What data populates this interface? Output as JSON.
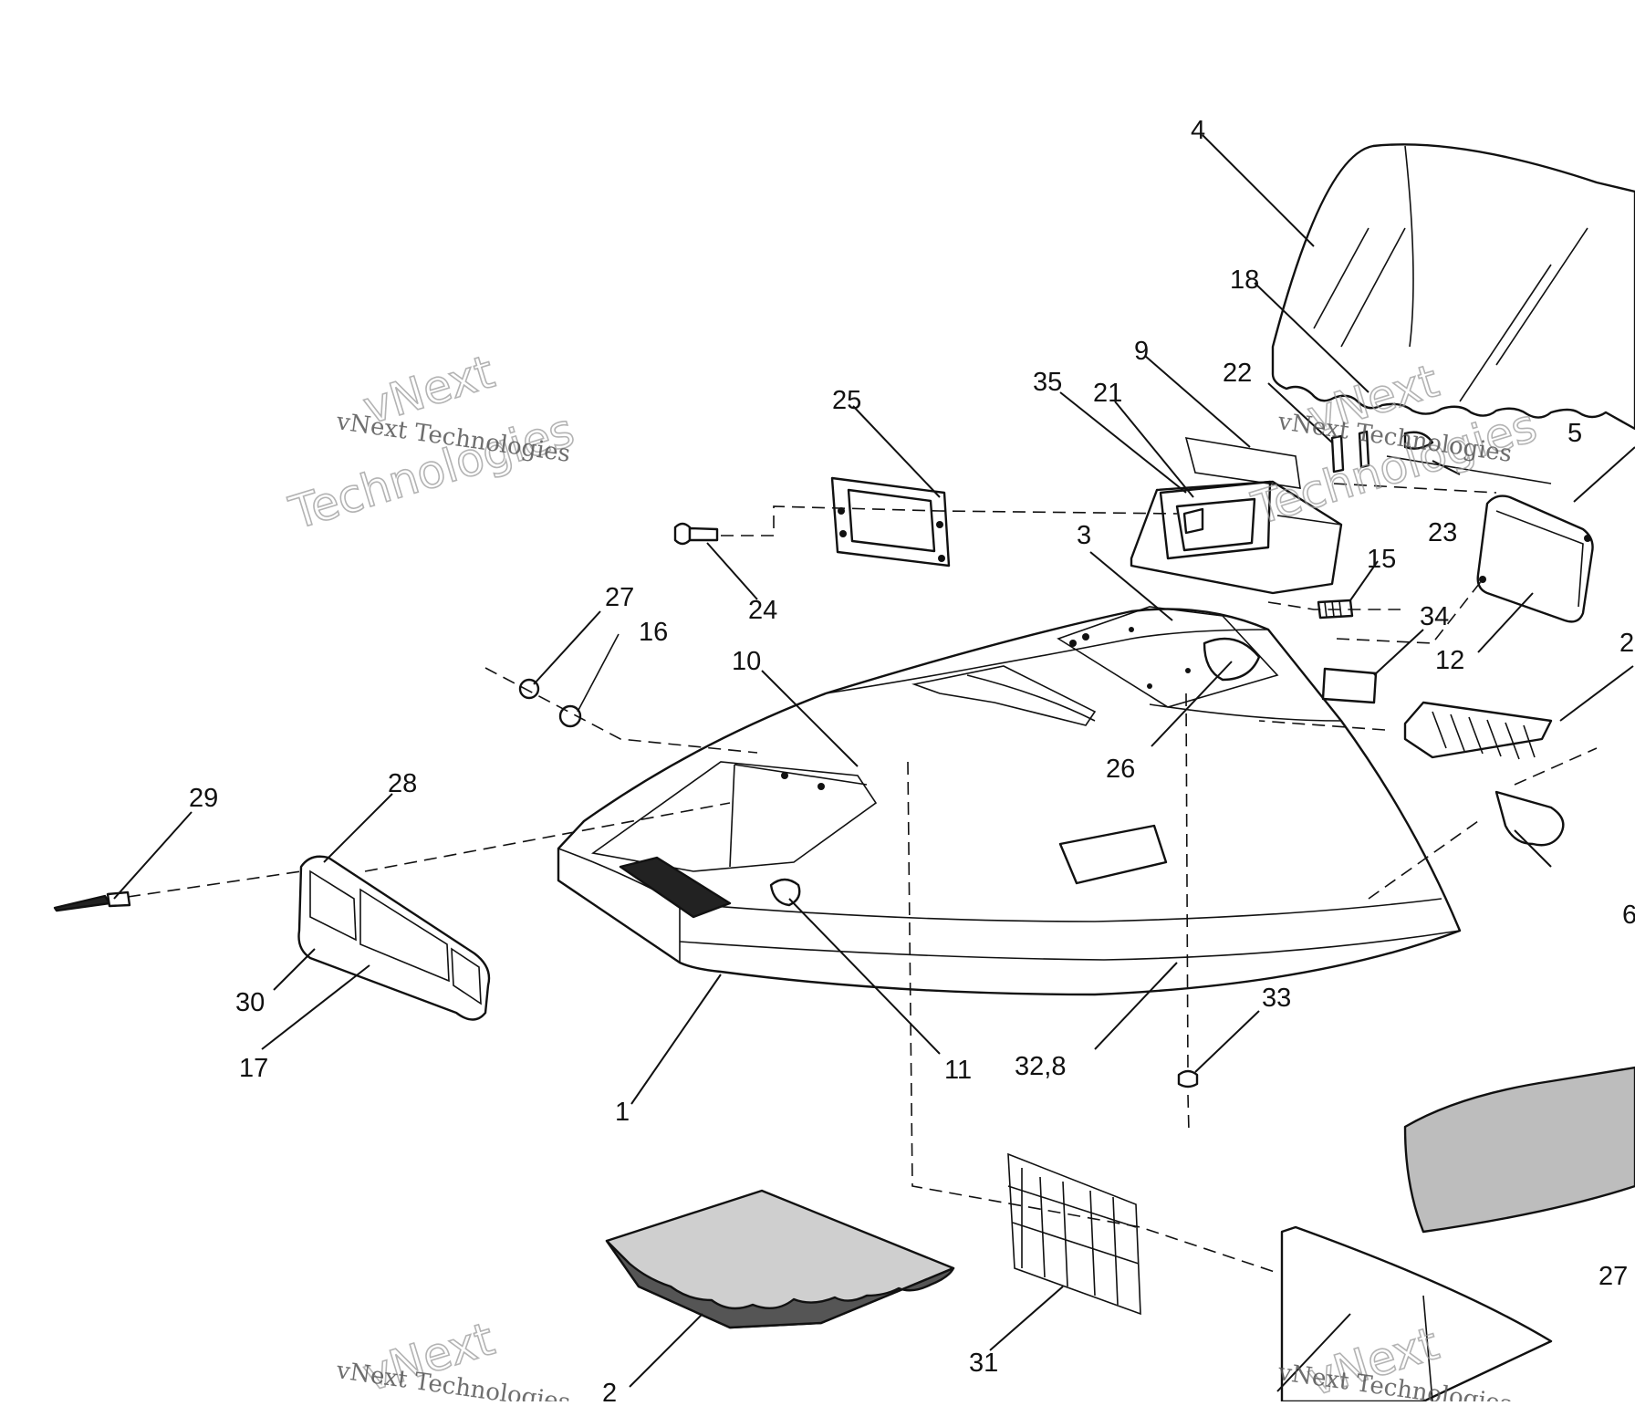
{
  "diagram": {
    "callouts": {
      "c1": "1",
      "c3": "3",
      "c4": "4",
      "c5": "5",
      "c6": "6",
      "c9": "9",
      "c10": "10",
      "c11": "11",
      "c12": "12",
      "c15": "15",
      "c16": "16",
      "c17": "17",
      "c18": "18",
      "c21": "21",
      "c22": "22",
      "c23": "23",
      "c24": "24",
      "c25": "25",
      "c26": "26",
      "c27a": "27",
      "c27b": "27",
      "c28": "28",
      "c29": "29",
      "c30": "30",
      "c31": "31",
      "c32_8": "32,8",
      "c33": "33",
      "c34": "34",
      "c35": "35",
      "c2": "2",
      "c2b": "2"
    },
    "watermark": {
      "line1": "vNext Technologies",
      "line2a": "vNext",
      "line2b": "Technologies"
    }
  }
}
